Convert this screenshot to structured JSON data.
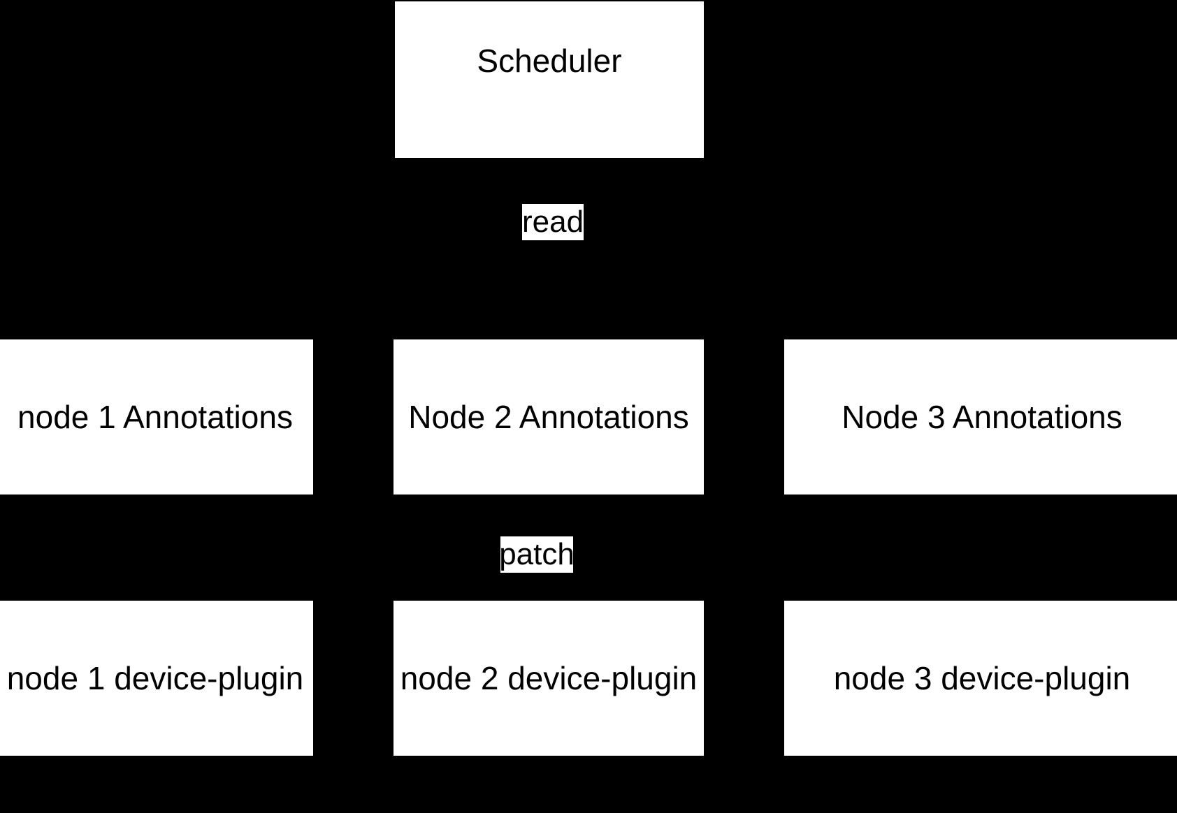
{
  "diagram": {
    "background_color": "#000000",
    "node_fill_color": "#ffffff",
    "text_color": "#000000",
    "nodes": [
      {
        "id": "scheduler",
        "label": "Scheduler"
      },
      {
        "id": "annotations-1",
        "label": "node 1 Annotations"
      },
      {
        "id": "annotations-2",
        "label": "Node 2 Annotations"
      },
      {
        "id": "annotations-3",
        "label": "Node 3 Annotations"
      },
      {
        "id": "device-plugin-1",
        "label": "node 1 device-plugin"
      },
      {
        "id": "device-plugin-2",
        "label": "node 2 device-plugin"
      },
      {
        "id": "device-plugin-3",
        "label": "node 3 device-plugin"
      }
    ],
    "edge_labels": [
      {
        "id": "read",
        "label": "read"
      },
      {
        "id": "patch",
        "label": "patch"
      }
    ]
  }
}
